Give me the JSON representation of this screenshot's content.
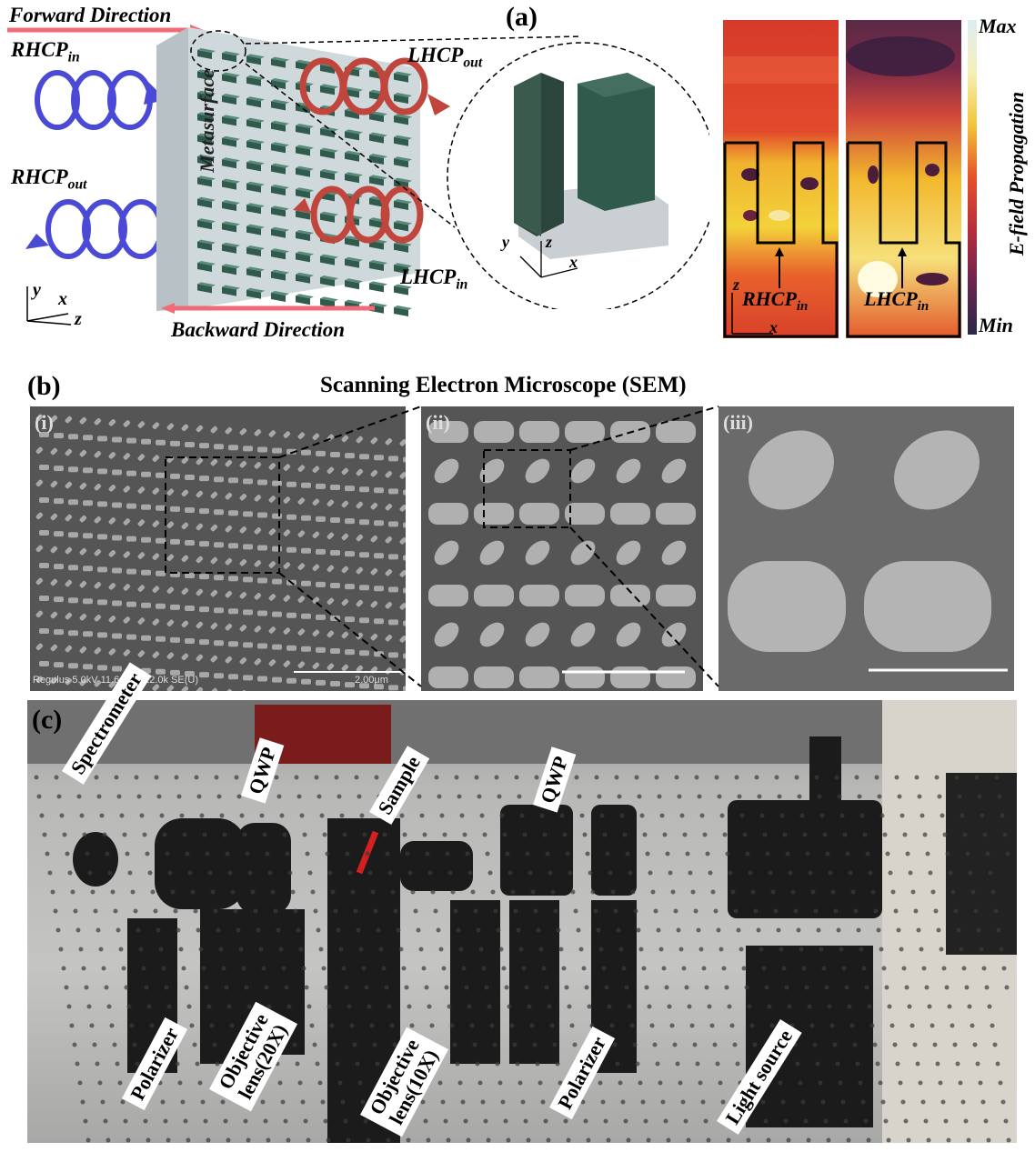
{
  "panel_a": {
    "label": "(a)",
    "forward_direction": "Forward Direction",
    "backward_direction": "Backward Direction",
    "rhcp_in_base": "RHCP",
    "rhcp_in_sub": "in",
    "rhcp_out_base": "RHCP",
    "rhcp_out_sub": "out",
    "lhcp_out_base": "LHCP",
    "lhcp_out_sub": "out",
    "lhcp_in_base": "LHCP",
    "lhcp_in_sub": "in",
    "metasurface": "Metasurface",
    "axes_left": {
      "y": "y",
      "x": "x",
      "z": "z"
    },
    "axes_unit_cell": {
      "y": "y",
      "z": "z",
      "x": "x"
    },
    "field_axes": {
      "z": "z",
      "x": "x"
    },
    "field_label_left_base": "RHCP",
    "field_label_left_sub": "in",
    "field_label_right_base": "LHCP",
    "field_label_right_sub": "in",
    "colorbar_max": "Max",
    "colorbar_min": "Min",
    "colorbar_title": "E-field Propagation"
  },
  "panel_b": {
    "label": "(b)",
    "title": "Scanning Electron Microscope (SEM)",
    "subpanels": [
      "(i)",
      "(ii)",
      "(iii)"
    ],
    "sem_info": "Regulus 5.0kV 11.6mm x22.0k SE(U)",
    "scale_label": "2.00μm"
  },
  "panel_c": {
    "label": "(c)",
    "labels": {
      "spectrometer": "Spectrometer",
      "qwp_left": "QWP",
      "sample": "Sample",
      "qwp_right": "QWP",
      "polarizer_left": "Polarizer",
      "objective_20x_line1": "Objective",
      "objective_20x_line2": "lens(20X)",
      "objective_10x_line1": "Objective",
      "objective_10x_line2": "lens(10X)",
      "polarizer_right": "Polarizer",
      "light_source": "Light source"
    }
  },
  "colors": {
    "helix_blue": "#4a4ad6",
    "helix_red": "#c0453c",
    "pillar": "#2f5a4c",
    "arrow_pink": "#f06a78"
  }
}
